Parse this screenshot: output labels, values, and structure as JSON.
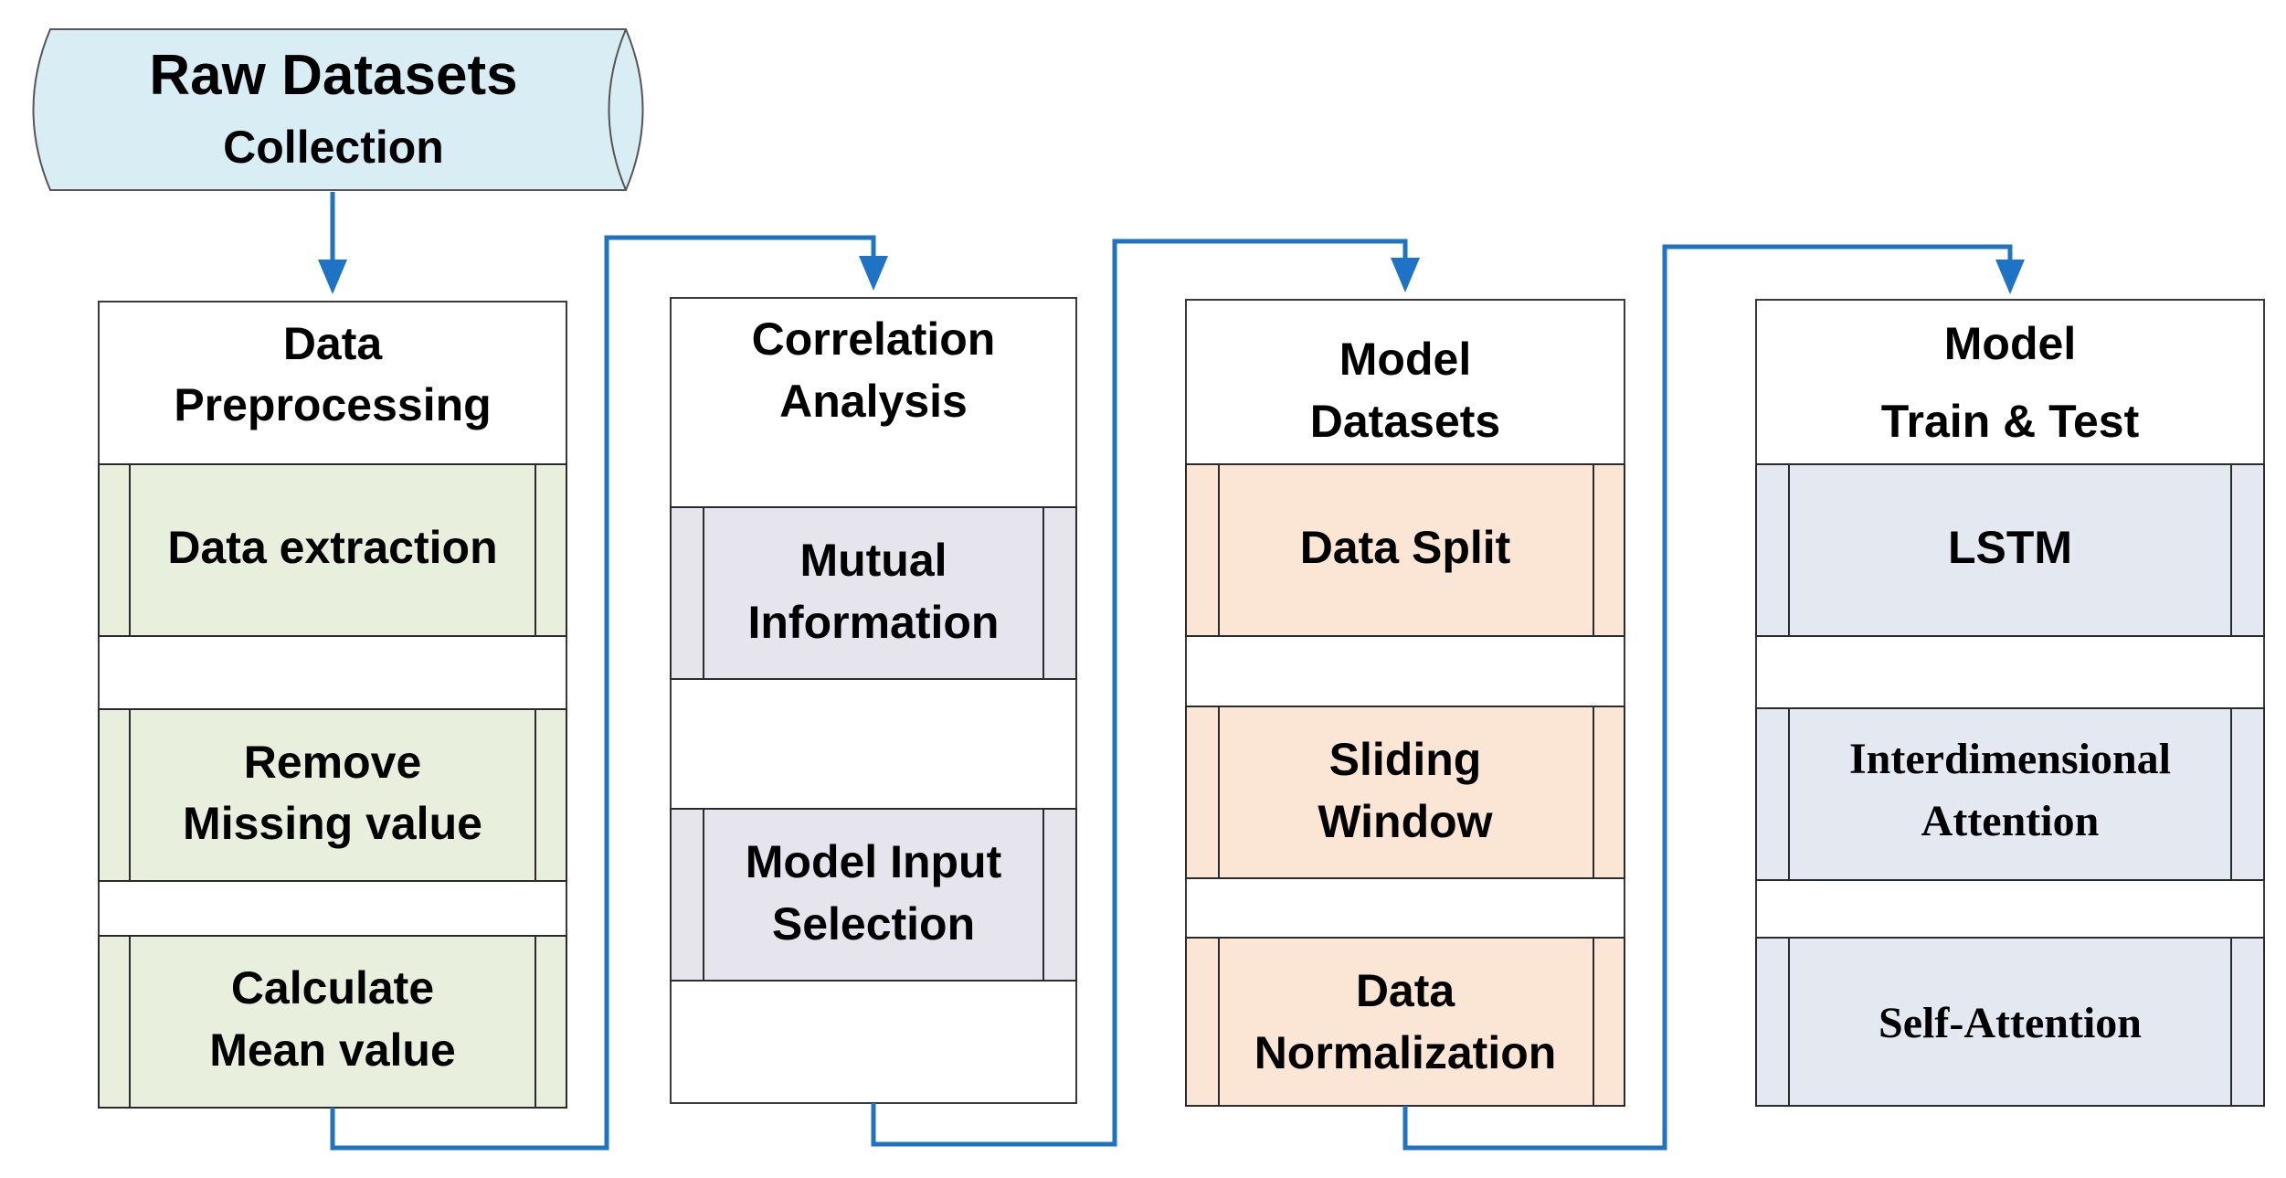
{
  "colors": {
    "connector": "#1f73c5",
    "cylinder_fill": "#d9edf4",
    "preprocessing_fill": "#e8efdd",
    "correlation_fill": "#e6e4ec",
    "datasets_fill": "#fbe6d6",
    "train_fill": "#e4e9f1"
  },
  "start": {
    "title": "Raw Datasets",
    "subtitle": "Collection"
  },
  "columns": [
    {
      "header": [
        "Data",
        "Preprocessing"
      ],
      "steps": [
        {
          "lines": [
            "Data extraction"
          ]
        },
        {
          "lines": [
            "Remove",
            "Missing value"
          ]
        },
        {
          "lines": [
            "Calculate",
            "Mean value"
          ]
        }
      ]
    },
    {
      "header": [
        "Correlation",
        "Analysis"
      ],
      "steps": [
        {
          "lines": [
            "Mutual",
            "Information"
          ]
        },
        {
          "lines": [
            "Model Input",
            "Selection"
          ]
        }
      ]
    },
    {
      "header": [
        "Model",
        "Datasets"
      ],
      "steps": [
        {
          "lines": [
            "Data Split"
          ]
        },
        {
          "lines": [
            "Sliding",
            "Window"
          ]
        },
        {
          "lines": [
            "Data",
            "Normalization"
          ]
        }
      ]
    },
    {
      "header": [
        "Model",
        "Train & Test"
      ],
      "steps": [
        {
          "lines": [
            "LSTM"
          ]
        },
        {
          "lines": [
            "Interdimensional",
            "Attention"
          ]
        },
        {
          "lines": [
            "Self-Attention"
          ]
        }
      ]
    }
  ]
}
